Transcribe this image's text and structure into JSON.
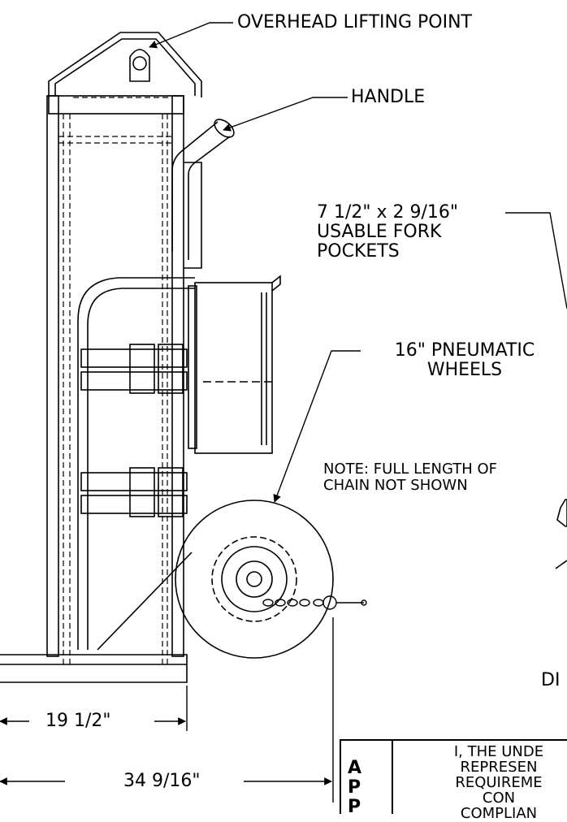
{
  "labels": {
    "overhead_lifting_point": "OVERHEAD LIFTING POINT",
    "handle": "HANDLE",
    "fork_pockets_line1": "7 1/2\" x 2 9/16\"",
    "fork_pockets_line2": "USABLE FORK",
    "fork_pockets_line3": "POCKETS",
    "wheels_line1": "16\" PNEUMATIC",
    "wheels_line2": "WHEELS",
    "chain_note_line1": "NOTE: FULL LENGTH OF",
    "chain_note_line2": "CHAIN NOT SHOWN",
    "dim_section_partial": "DI"
  },
  "dimensions": {
    "width_1": "19 1/2\"",
    "width_2": "34 9/16\""
  },
  "approval_box": {
    "letters": [
      "A",
      "P",
      "P"
    ],
    "text_lines": [
      "I, THE UNDE",
      "REPRESEN",
      "REQUIREME",
      "CON",
      "COMPLIAN"
    ]
  }
}
